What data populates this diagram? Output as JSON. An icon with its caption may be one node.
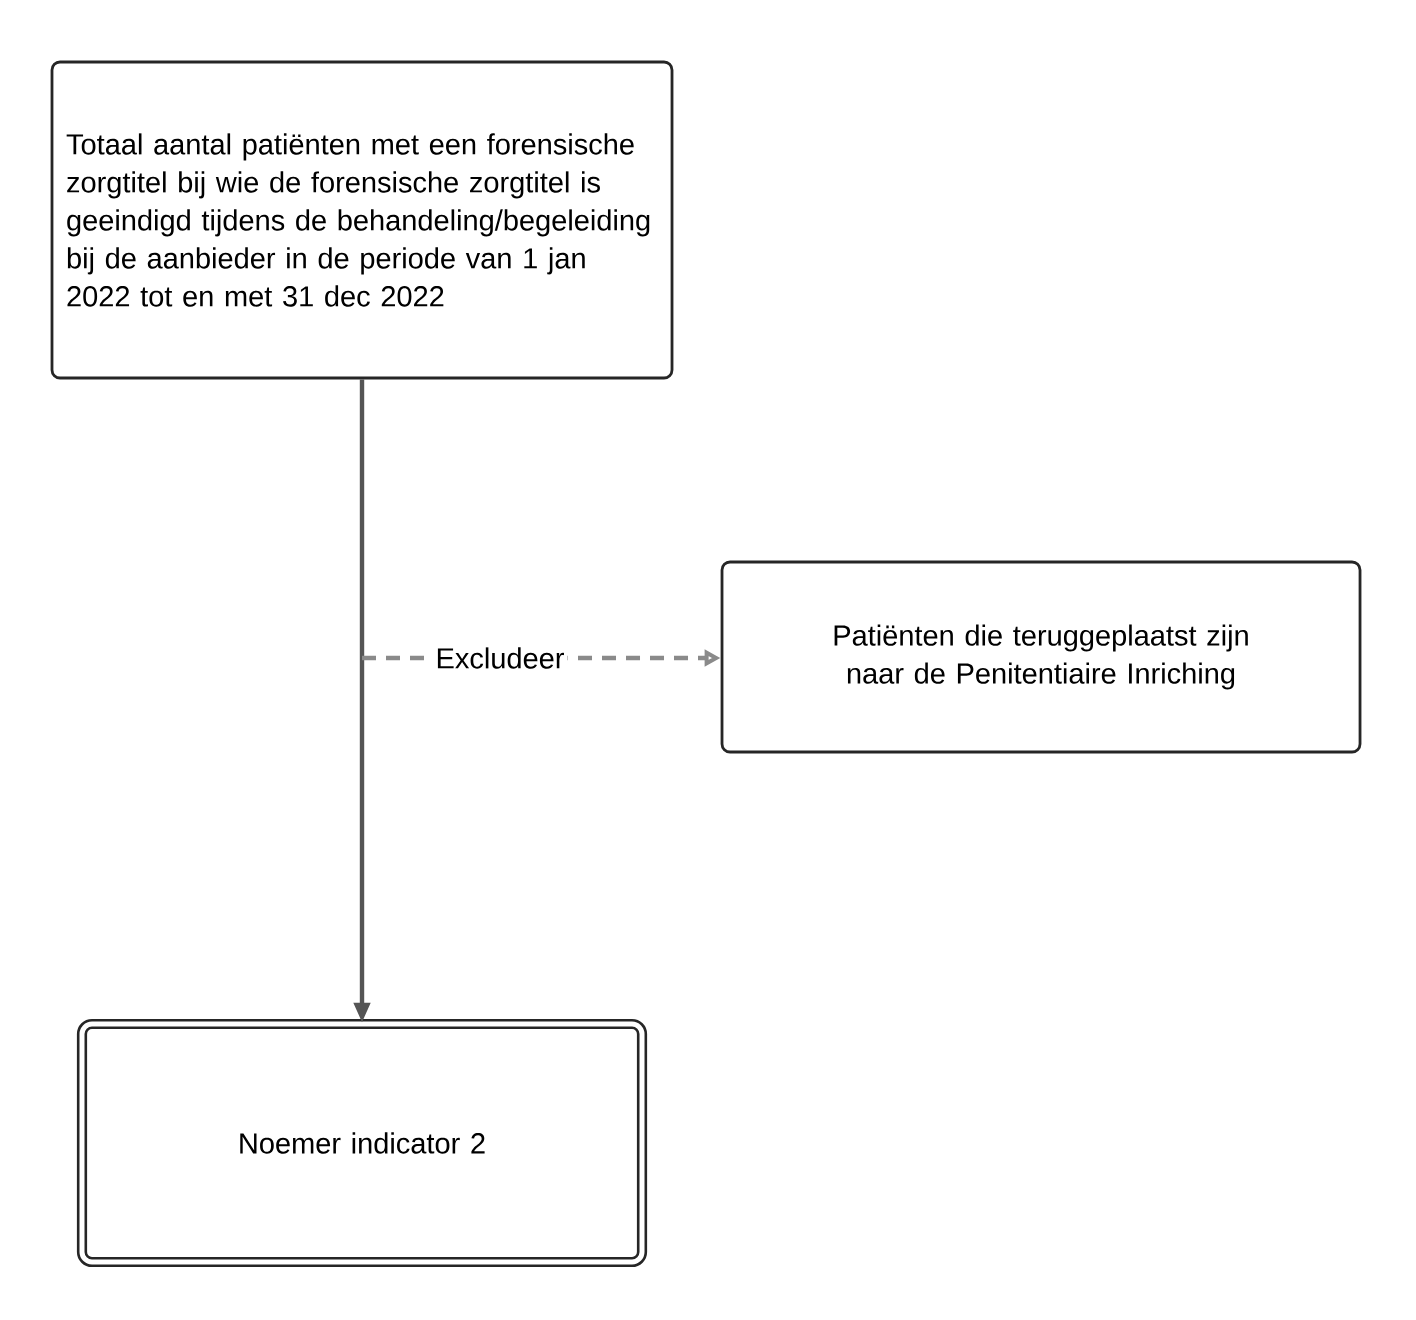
{
  "diagram": {
    "nodes": [
      {
        "text": [
          "Totaal aantal patiënten met een forensische zorgtitel bij wie de forensische zorgtitel is geeindigd tijdens de behandeling/begeleiding bij de aanbieder in de periode van 1 jan 2022 tot en met 31 dec 2022"
        ]
      },
      {
        "text": [
          "Patiënten die teruggeplaatst zijn naar de Penitentiaire Inriching"
        ]
      },
      {
        "text": [
          "Noemer indicator 2"
        ]
      }
    ],
    "edges": [
      {
        "from": 0,
        "to": 2,
        "arrow": "to"
      },
      {
        "from": null,
        "to": 1,
        "arrow": "to",
        "label": "Excludeer",
        "style": "dashed",
        "color": "#8a8a8a"
      }
    ]
  }
}
